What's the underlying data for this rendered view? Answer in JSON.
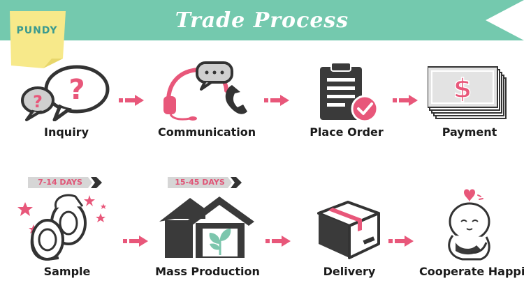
{
  "header": {
    "title": "Trade Process",
    "logo_text": "PUNDY",
    "banner_color": "#74c9ae"
  },
  "accent_color": "#e8577a",
  "steps": [
    {
      "label": "Inquiry",
      "icon": "speech-bubbles-question-icon"
    },
    {
      "label": "Communication",
      "icon": "headset-phone-icon"
    },
    {
      "label": "Place Order",
      "icon": "clipboard-check-icon"
    },
    {
      "label": "Payment",
      "icon": "banknotes-dollar-icon"
    },
    {
      "label": "Sample",
      "icon": "tape-rolls-icon",
      "duration": "7-14 DAYS"
    },
    {
      "label": "Mass Production",
      "icon": "factory-sprout-icon",
      "duration": "15-45 DAYS"
    },
    {
      "label": "Delivery",
      "icon": "package-box-icon"
    },
    {
      "label": "Cooperate Happily",
      "icon": "happy-figure-heart-icon"
    }
  ]
}
